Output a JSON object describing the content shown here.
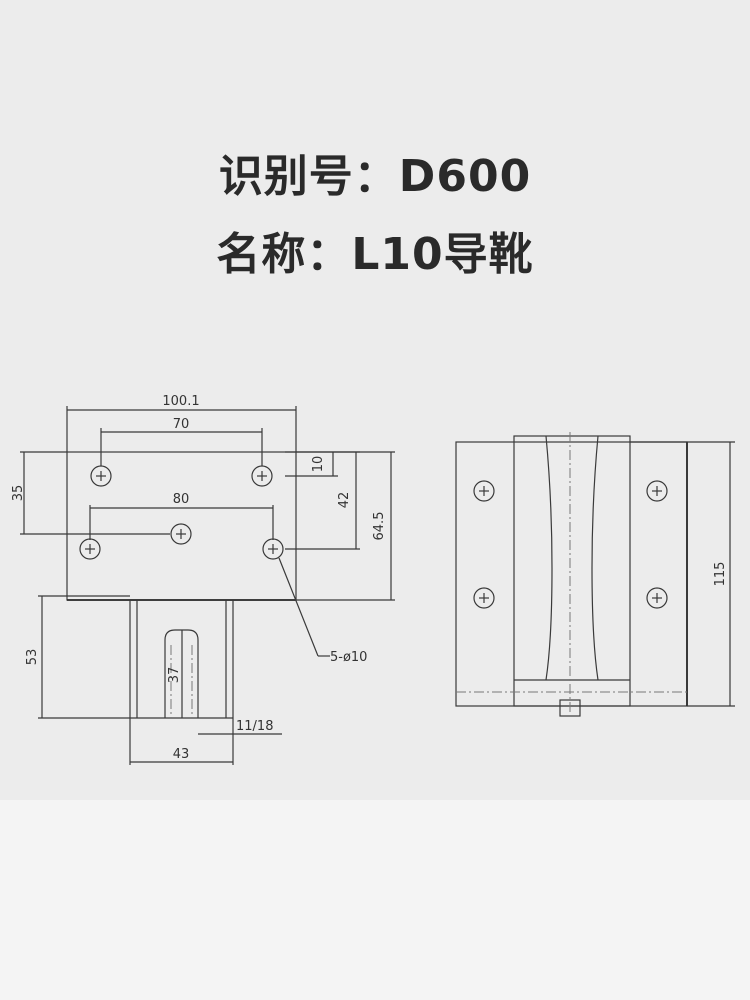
{
  "header": {
    "id_line": "识别号：D600",
    "name_line": "名称：L10导靴"
  },
  "dimensions": {
    "w_100_1": "100.1",
    "w_70": "70",
    "w_80": "80",
    "h_10": "10",
    "h_35": "35",
    "h_42": "42",
    "h_64_5": "64.5",
    "holes": "5-ø10",
    "h_53": "53",
    "h_37": "37",
    "slot_11_18": "11/18",
    "w_43": "43",
    "h_115": "115"
  },
  "colors": {
    "background": "#ececec",
    "line": "#3a3a3a",
    "text": "#2a2a2a"
  }
}
